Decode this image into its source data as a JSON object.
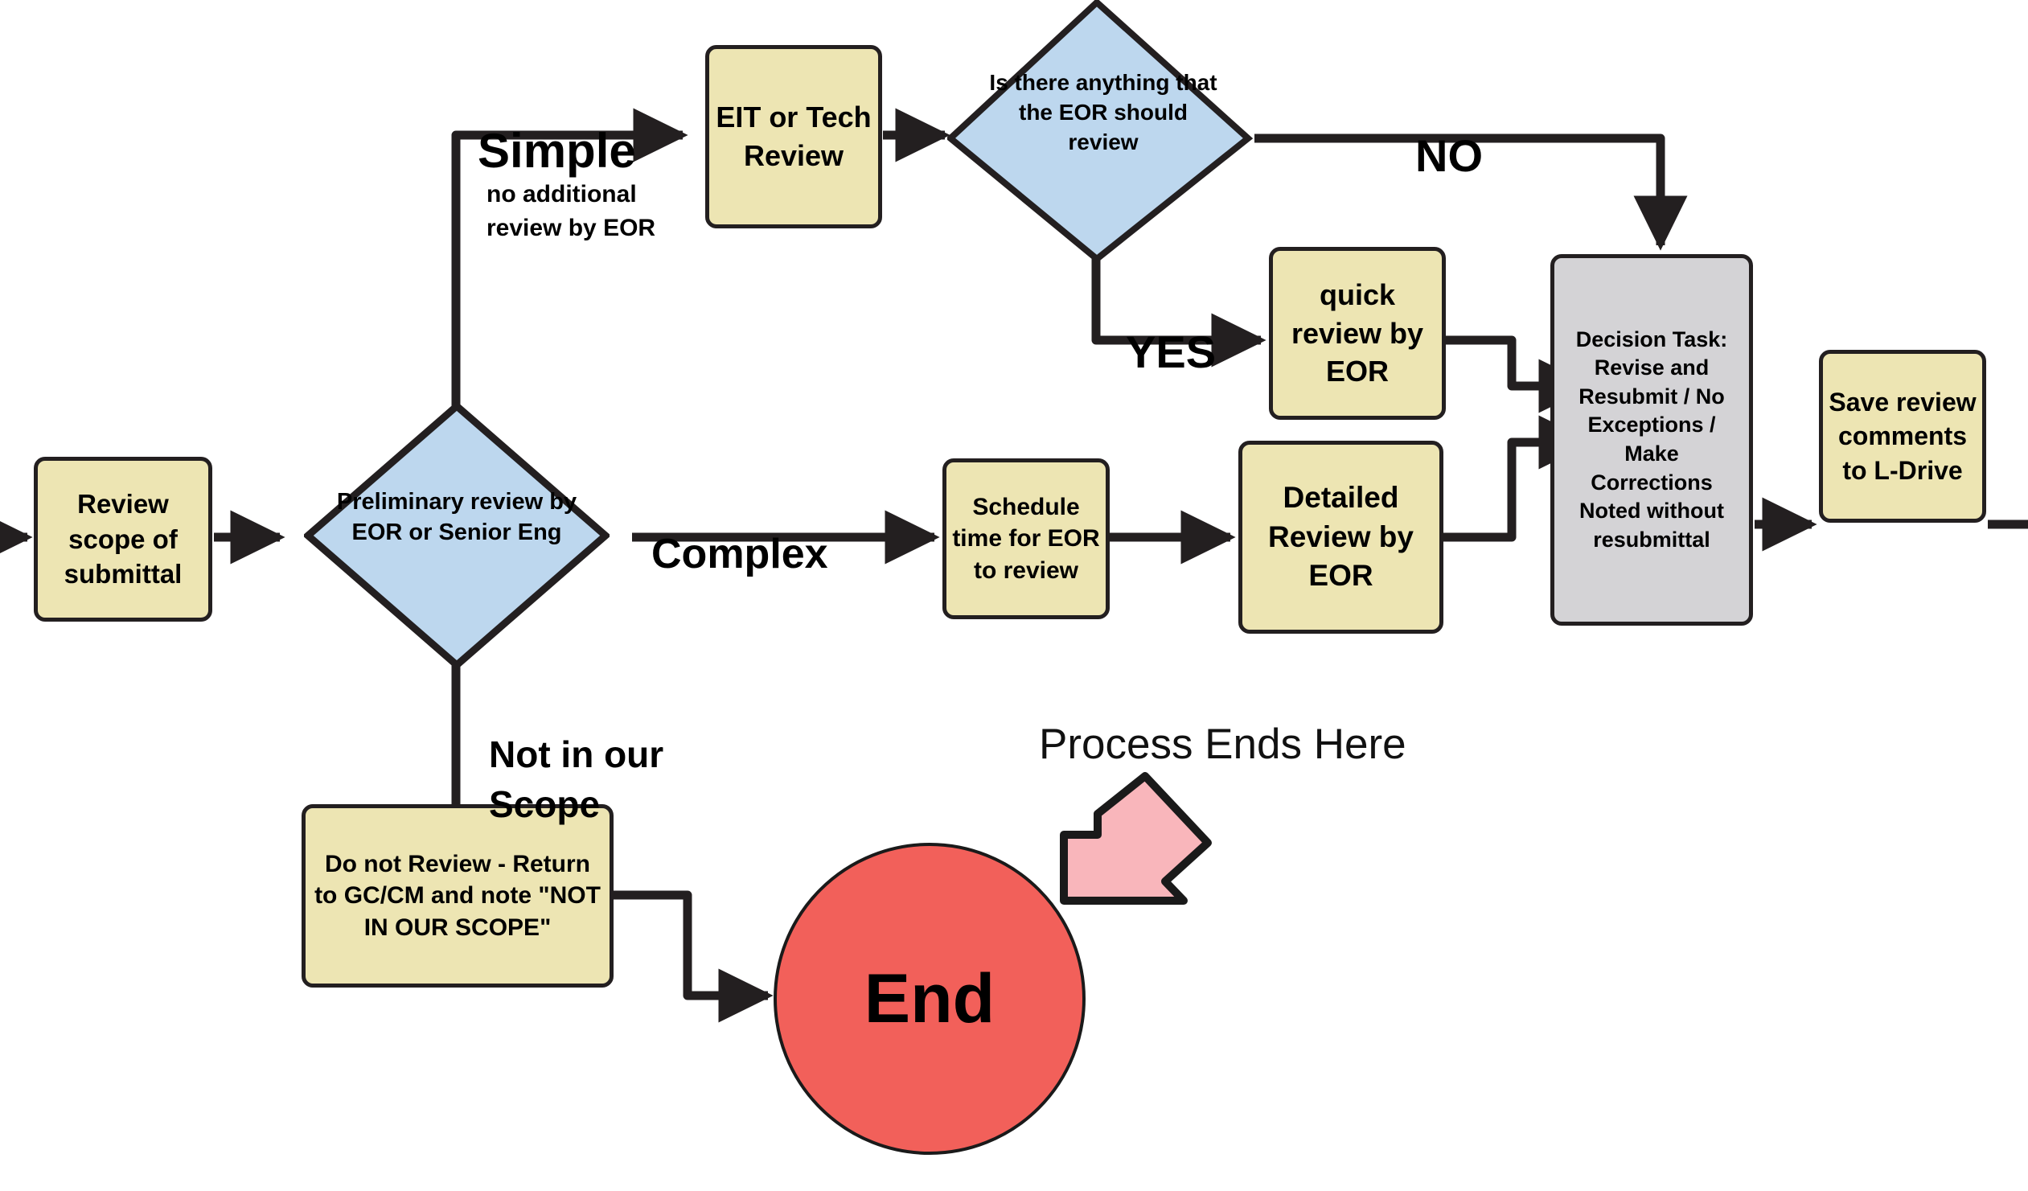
{
  "diagram": {
    "title": "Submittal Review Process Flowchart",
    "colors": {
      "process_fill": "#ede5b3",
      "decision_fill": "#bdd7ee",
      "task_fill": "#d4d3d6",
      "terminator_fill": "#f2605a",
      "callout_fill": "#f9b6bb",
      "stroke": "#231f20",
      "background": "#ffffff"
    },
    "nodes": {
      "review_scope": "Review scope of submittal",
      "preliminary_review": "Preliminary review by EOR or Senior Eng",
      "eit_tech_review": "EIT or Tech Review",
      "eor_should_review": "Is there anything that the EOR should review",
      "quick_review": "quick review by EOR",
      "schedule_time": "Schedule time for EOR to review",
      "detailed_review": "Detailed Review by EOR",
      "decision_task": "Decision Task: Revise and Resubmit / No Exceptions / Make Corrections Noted without resubmittal",
      "save_comments": "Save review comments to L-Drive",
      "do_not_review": "Do not Review - Return to GC/CM and note \"NOT IN OUR SCOPE\"",
      "end": "End"
    },
    "edge_labels": {
      "simple": "Simple",
      "simple_sub": "no additional\nreview by EOR",
      "complex": "Complex",
      "not_in_scope": "Not in our\nScope",
      "no": "NO",
      "yes": "YES"
    },
    "annotations": {
      "process_ends_here": "Process Ends Here"
    }
  }
}
